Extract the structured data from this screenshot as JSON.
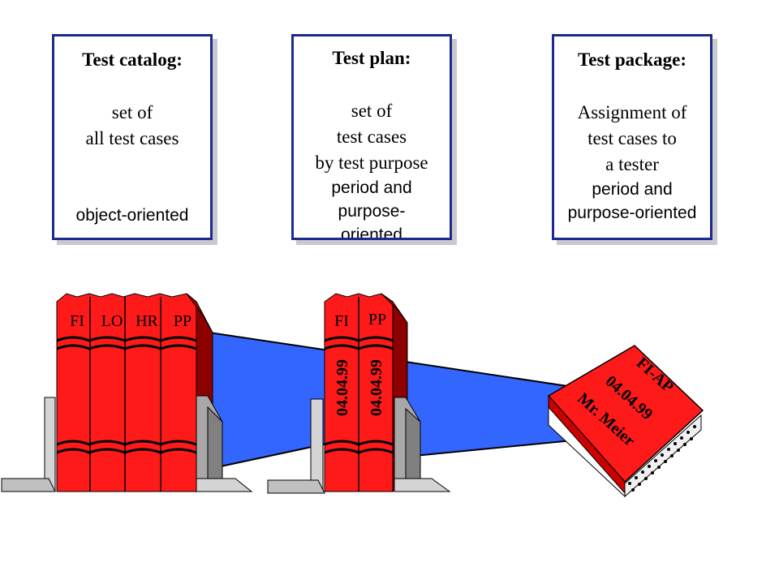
{
  "catalog": {
    "title": "Test catalog:",
    "lines": [
      "set of",
      "all test cases"
    ],
    "footer": "object-oriented"
  },
  "plan": {
    "title": "Test plan:",
    "lines": [
      "set of",
      "test cases",
      "by test purpose"
    ],
    "footer": [
      "period and",
      "purpose-",
      "oriented"
    ]
  },
  "package": {
    "title": "Test package:",
    "lines": [
      "Assignment of",
      "test cases to",
      "a tester"
    ],
    "footer": [
      "period and",
      "purpose-oriented"
    ]
  },
  "catalog_books": [
    "FI",
    "LO",
    "HR",
    "PP"
  ],
  "plan_books": {
    "labels": [
      "FI",
      "PP"
    ],
    "dates": [
      "04.04.99",
      "04.04.99"
    ]
  },
  "package_book": [
    "FI-AP",
    "04.04.99",
    "Mr. Meier"
  ],
  "colors": {
    "card_border": "#1c2a8c",
    "book_red": "#ff1a1a",
    "book_dark": "#8c0000",
    "beam_blue": "#3366ff",
    "bookend_gray": "#c8c8c8"
  }
}
